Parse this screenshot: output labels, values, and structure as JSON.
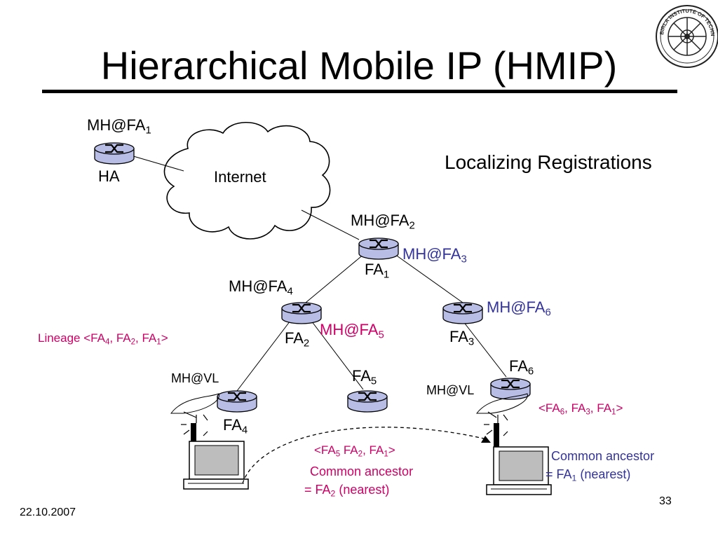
{
  "title": "Hierarchical Mobile IP (HMIP)",
  "subtitle": "Localizing Registrations",
  "date": "22.10.2007",
  "page_number": "33",
  "logo": {
    "icon": "institute-seal-logo",
    "text": "BIRLA INSTITUTE OF TECHNOLOGY & SCIENCE, PILANI"
  },
  "cloud_label": "Internet",
  "colors": {
    "blue_text": "#33339a",
    "magenta_text": "#cc0066",
    "router_fill": "#b8bde6"
  },
  "labels": {
    "ha_binding": {
      "main": "MH@FA",
      "sub": "1"
    },
    "ha_name": {
      "main": "HA"
    },
    "fa1_binding": {
      "main": "MH@FA",
      "sub": "2"
    },
    "fa1_new_binding": {
      "main": "MH@FA",
      "sub": "3"
    },
    "fa1_name": {
      "main": "FA",
      "sub": "1"
    },
    "fa2_binding": {
      "main": "MH@FA",
      "sub": "4"
    },
    "fa2_new_binding": {
      "main": "MH@FA",
      "sub": "5"
    },
    "fa2_name": {
      "main": "FA",
      "sub": "2"
    },
    "fa3_binding": {
      "main": "MH@FA",
      "sub": "6"
    },
    "fa3_name": {
      "main": "FA",
      "sub": "3"
    },
    "fa4_binding": {
      "main": "MH@VL"
    },
    "fa4_name": {
      "main": "FA",
      "sub": "4"
    },
    "fa5_name": {
      "main": "FA",
      "sub": "5"
    },
    "fa6_binding": {
      "main": "MH@VL"
    },
    "fa6_name": {
      "main": "FA",
      "sub": "6"
    }
  },
  "lineage_left": {
    "prefix": "Lineage <FA",
    "s1": "4",
    "mid1": ", FA",
    "s2": "2",
    "mid2": ", FA",
    "s3": "1",
    "suffix": ">"
  },
  "lineage_right": {
    "prefix": "<FA",
    "s1": "6",
    "mid1": ", FA",
    "s2": "3",
    "mid2": ", FA",
    "s3": "1",
    "suffix": ">"
  },
  "lineage_mid": {
    "prefix": "<FA",
    "s1": "5",
    "mid1": " FA",
    "s2": "2",
    "mid2": ", FA",
    "s3": "1",
    "suffix": ">"
  },
  "ancestor_left": {
    "line1": "Common ancestor",
    "line2_prefix": "= FA",
    "line2_sub": "2",
    "line2_suffix": " (nearest)"
  },
  "ancestor_right": {
    "line1": "Common ancestor",
    "line2_prefix": "= FA",
    "line2_sub": "1",
    "line2_suffix": " (nearest)"
  }
}
